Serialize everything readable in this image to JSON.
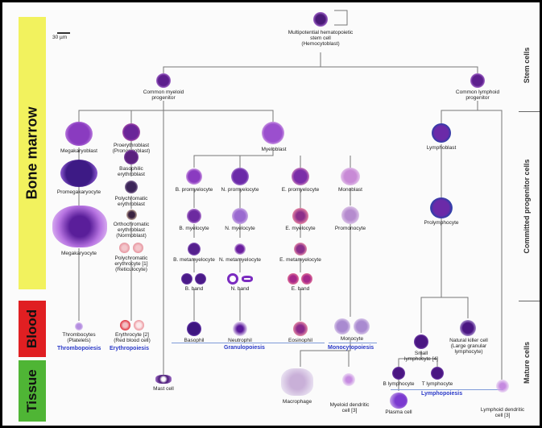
{
  "scale_bar": "30 µm",
  "regions": {
    "bone_marrow": "Bone marrow",
    "blood": "Blood",
    "tissue": "Tissue"
  },
  "right_labels": {
    "stem": "Stem cells",
    "committed": "Committed progenitor cells",
    "mature": "Mature cells"
  },
  "cells": {
    "stem1": "Multipotential hematopoietic",
    "stem2": "stem cell",
    "stem3": "(Hemocytoblast)",
    "cmp1": "Common myeloid",
    "cmp2": "progenitor",
    "clp1": "Common lymphoid",
    "clp2": "progenitor",
    "megakaryoblast": "Megakaryoblast",
    "promegakaryocyte": "Promegakaryocyte",
    "megakaryocyte": "Megakaryocyte",
    "proery1": "Proerythroblast",
    "proery2": "(Pronormoblast)",
    "baso1": "Basophilic",
    "baso2": "erythroblast",
    "poly1": "Polychromatic",
    "poly2": "erythroblast",
    "ortho1": "Orthochromatic",
    "ortho2": "erythroblast",
    "ortho3": "(Normoblast)",
    "reti1": "Polychromatic",
    "reti2": "erythrocyte [1]",
    "reti3": "(Reticulocyte)",
    "myeloblast": "Myeloblast",
    "b_promyelocyte": "B. promyelocyte",
    "n_promyelocyte": "N. promyelocyte",
    "e_promyelocyte": "E. promyelocyte",
    "monoblast": "Monoblast",
    "promonocyte": "Promonocyte",
    "b_myelocyte": "B. myelocyte",
    "n_myelocyte": "N. myelocyte",
    "e_myelocyte": "E. myelocyte",
    "b_metamyelocyte": "B. metamyelocyte",
    "n_metamyelocyte": "N. metamyelocyte",
    "e_metamyelocyte": "E. metamyelocyte",
    "b_band": "B. band",
    "n_band": "N. band",
    "e_band": "E. band",
    "lymphoblast": "Lymphoblast",
    "prolymphocyte": "Prolymphocyte",
    "thrombo1": "Thrombocytes",
    "thrombo2": "(Platelets)",
    "ery1": "Erythrocyte [2]",
    "ery2": "(Red blood cell)",
    "basophil": "Basophil",
    "neutrophil": "Neutrophil",
    "eosinophil": "Eosinophil",
    "monocyte": "Monocyte",
    "small1": "Small",
    "small2": "lymphocyte [4]",
    "nk1": "Natural killer cell",
    "nk2": "(Large granular",
    "nk3": "lymphocyte)",
    "mast": "Mast cell",
    "macrophage": "Macrophage",
    "mdc1": "Myeloid dendritic",
    "mdc2": "cell [3]",
    "b_lymph": "B lymphocyte",
    "t_lymph": "T lymphocyte",
    "plasma": "Plasma cell",
    "ldc1": "Lymphoid dendritic",
    "ldc2": "cell [3]"
  },
  "categories": {
    "thrombopoiesis": "Thrombopoiesis",
    "erythropoiesis": "Erythropoiesis",
    "granulopoiesis": "Granulopoiesis",
    "monocytopoiesis": "Monocytopoiesis",
    "lymphopoiesis": "Lymphopoiesis"
  },
  "colors": {
    "bone_marrow_band": "#f2f25e",
    "blood_band": "#e01f22",
    "tissue_band": "#4fb535",
    "category_text": "#2a39c8",
    "cell_purple": "#7a2fa8",
    "cell_violet": "#c37ae0"
  }
}
